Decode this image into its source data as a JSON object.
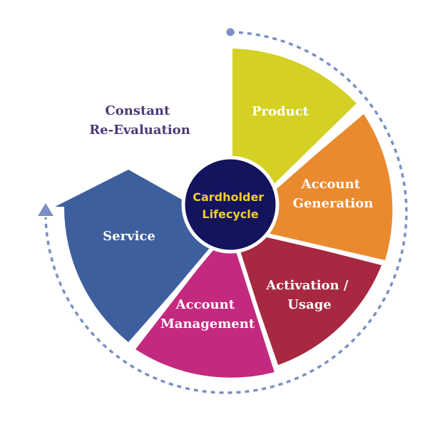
{
  "center": {
    "line1": "Cardholder",
    "line2": "Lifecycle",
    "fill": "#13135e",
    "text_color": "#f2cf2a"
  },
  "side_label": {
    "line1": "Constant",
    "line2": "Re-Evaluation",
    "color": "#4d3a78"
  },
  "cycle_arrow": {
    "color": "#7a8fc4",
    "icon": "triangle-arrow-up-icon"
  },
  "segments": [
    {
      "id": "product",
      "lines": [
        "Product"
      ],
      "color": "#d4d024"
    },
    {
      "id": "account-generation",
      "lines": [
        "Account",
        "Generation"
      ],
      "color": "#ea8a2f"
    },
    {
      "id": "activation-usage",
      "lines": [
        "Activation /",
        "Usage"
      ],
      "color": "#a72840"
    },
    {
      "id": "account-management",
      "lines": [
        "Account",
        "Management"
      ],
      "color": "#c3297f"
    },
    {
      "id": "service",
      "lines": [
        "Service"
      ],
      "color": "#3e5f9e"
    }
  ]
}
